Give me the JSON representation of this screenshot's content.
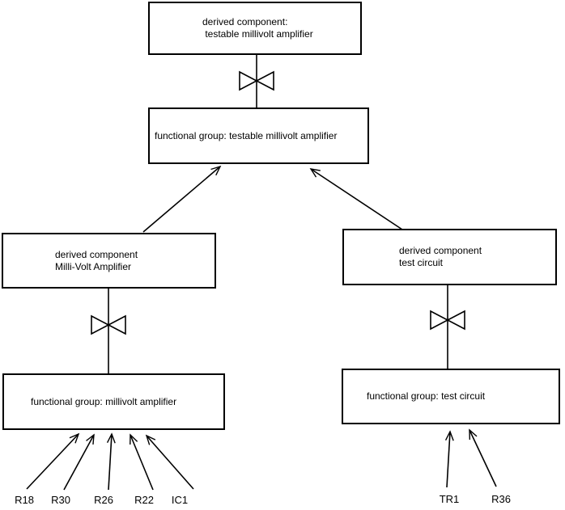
{
  "diagram": {
    "background_color": "#ffffff",
    "line_color": "#000000",
    "nodes": {
      "derived_testable": {
        "label": "derived component:\n testable millivolt amplifier"
      },
      "fg_testable": {
        "label": "functional group: testable millivolt amplifier"
      },
      "derived_millivolt": {
        "label": "derived component\nMilli-Volt Amplifier"
      },
      "derived_testcircuit": {
        "label": "derived component\ntest circuit"
      },
      "fg_millivolt": {
        "label": "functional group: millivolt amplifier"
      },
      "fg_testcircuit": {
        "label": "functional group: test circuit"
      }
    },
    "components": {
      "r18": "R18",
      "r30": "R30",
      "r26": "R26",
      "r22": "R22",
      "ic1": "IC1",
      "tr1": "TR1",
      "r36": "R36"
    }
  }
}
